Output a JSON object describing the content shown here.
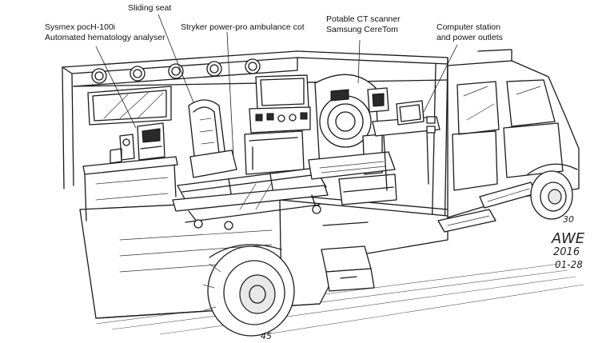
{
  "labels": {
    "hematology": [
      "Sysmex pocH-100i",
      "Automated hematology analyser"
    ],
    "seat": [
      "Sliding seat"
    ],
    "cot": [
      "Stryker power-pro ambulance cot"
    ],
    "ct": [
      "Potable CT scanner",
      "Samsung CereTom"
    ],
    "computer": [
      "Computer station",
      "and power outlets"
    ]
  },
  "signature": {
    "name": "AWE",
    "year": "2016",
    "date": "01-28"
  },
  "scribbles": {
    "front_tire": "30",
    "rear_tire": "45"
  },
  "colors": {
    "ink": "#1a1a1a",
    "paper": "#ffffff"
  }
}
